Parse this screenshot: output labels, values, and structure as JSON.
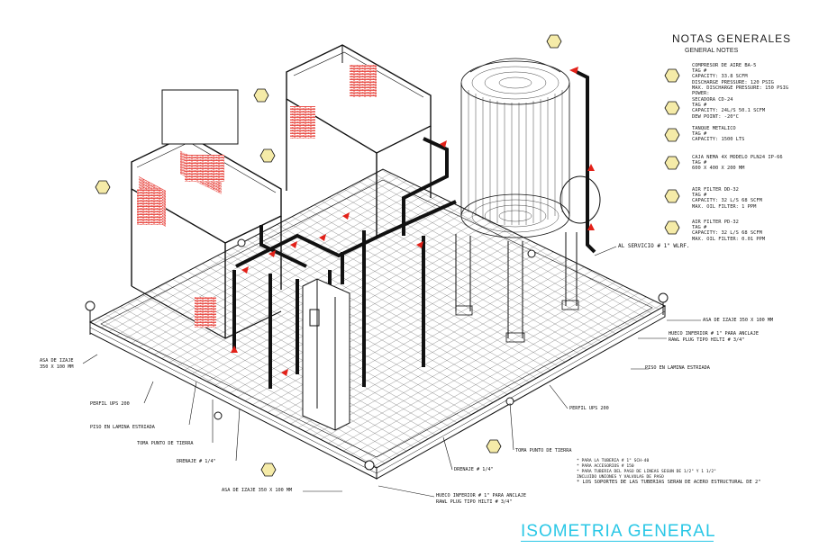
{
  "notes": {
    "title": "NOTAS GENERALES",
    "subtitle": "GENERAL NOTES",
    "items": [
      {
        "lines": [
          "COMPRESOR DE AIRE BA-5",
          "TAG #",
          "CAPACITY: 33.8 SCFM",
          "DISCHARGE PRESSURE: 120 PSIG",
          "MAX. DISCHARGE PRESSURE: 150 PSIG",
          "POWER:"
        ]
      },
      {
        "lines": [
          "SECADORA CD-24",
          "TAG #",
          "CAPACITY: 24L/S 50.1 SCFM",
          "DEW POINT: -20°C"
        ]
      },
      {
        "lines": [
          "TANQUE METALICO",
          "TAG #",
          "CAPACITY: 1500 LTS"
        ]
      },
      {
        "lines": [
          "CAJA NEMA 4X MODELO PLN24 IP-66",
          "TAG #",
          "600 X 400 X 200 MM"
        ]
      },
      {
        "lines": [
          "AIR FILTER DD-32",
          "TAG #",
          "CAPACITY: 32 L/S 68 SCFM",
          "MAX. OIL FILTER: 1 PPM"
        ]
      },
      {
        "lines": [
          "AIR FILTER PD-32",
          "TAG #",
          "CAPACITY: 32 L/S 68 SCFM",
          "MAX. OIL FILTER: 0.01 PPM"
        ]
      }
    ]
  },
  "labels": {
    "al_servicio": "AL SERVICIO # 1\" WLRF.",
    "asa_izaje_right": "ASA DE IZAJE 350 X 100 MM",
    "hueco_right_1": "HUECO INFERIOR # 1\" PARA ANCLAJE",
    "hueco_right_2": "RAWL PLUG TIPO HILTI # 3/4\"",
    "piso_right": "PISO EN LAMINA ESTRIADA",
    "perfil_right": "PERFIL UPS 200",
    "toma_right": "TOMA PUNTO DE TIERRA",
    "drenaje_right": "DRENAJE # 1/4\"",
    "hueco_bottom_1": "HUECO INFERIOR # 1\" PARA ANCLAJE",
    "hueco_bottom_2": "RAWL PLUG TIPO HILTI # 3/4\"",
    "asa_izaje_bottom": "ASA DE IZAJE 350 X 100 MM",
    "drenaje_left": "DRENAJE # 1/4\"",
    "toma_left": "TOMA PUNTO DE TIERRA",
    "piso_left": "PISO EN LAMINA ESTRIADA",
    "perfil_left": "PERFIL UPS 200",
    "asa_left_1": "ASA DE IZAJE",
    "asa_left_2": "350 X 100 MM",
    "footnote_1": "* PARA LA TUBERIA # 1\" SCH-40",
    "footnote_2": "* PARA ACCESORIOS # 150",
    "footnote_3": "* PARA TUBERIA DEL PASO DE LINEAS SEGUN DE 1/2\" Y 1 1/2\"",
    "footnote_4": "  INCLUIDO UNIONES Y VALVULAS DE PASO",
    "footnote_5": "* LOS SOPORTES DE LAS TUBERIAS SERAN DE ACERO ESTRUCTURAL DE 2\""
  },
  "title": "ISOMETRIA GENERAL",
  "colors": {
    "line": "#111111",
    "red": "#e32119",
    "hex": "#f5eba8",
    "cyan": "#29c7e6"
  }
}
